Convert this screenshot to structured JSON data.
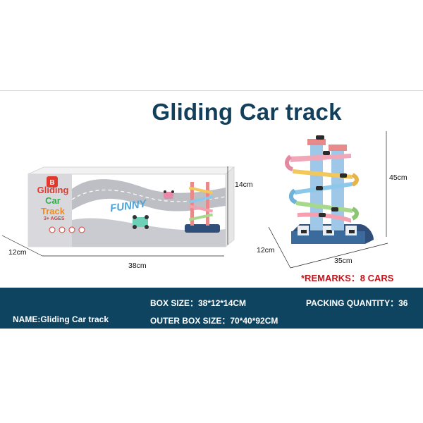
{
  "title": "Gliding Car track",
  "box": {
    "brand_title": [
      "Gliding",
      "Car",
      "Track"
    ],
    "funny": "FUNNY",
    "age": "3+ AGES",
    "dim_height": "14cm",
    "dim_depth": "12cm",
    "dim_width": "38cm"
  },
  "toy": {
    "dim_height": "45cm",
    "dim_depth": "12cm",
    "dim_width": "35cm"
  },
  "remarks": "*REMARKS：8 CARS",
  "info": {
    "name": "NAME:Gliding Car track",
    "box_size": "BOX SIZE：38*12*14CM",
    "outer_box_size": "OUTER BOX SIZE：70*40*92CM",
    "packing_quantity": "PACKING QUANTITY：36"
  },
  "colors": {
    "title": "#123f5c",
    "banner": "#0f4461",
    "remarks": "#c4141b",
    "box_title_red": "#e03a2e",
    "box_title_green": "#2fae4a",
    "box_title_orange": "#f08a1c",
    "funny_blue": "#4aa3d8",
    "track_base": "#2f4f7a"
  }
}
